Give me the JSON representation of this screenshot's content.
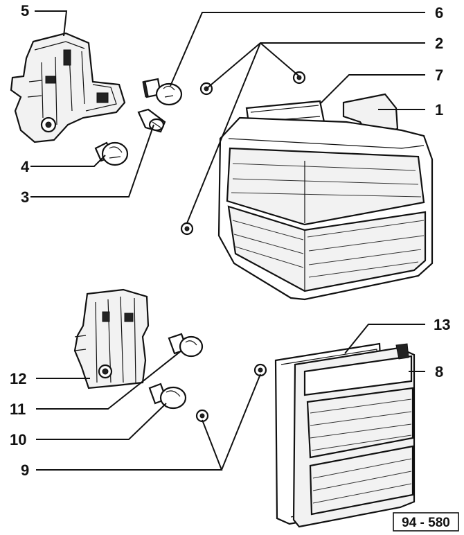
{
  "callouts": {
    "c1": "1",
    "c2": "2",
    "c3": "3",
    "c4": "4",
    "c5": "5",
    "c6": "6",
    "c7": "7",
    "c8": "8",
    "c9": "9",
    "c10": "10",
    "c11": "11",
    "c12": "12",
    "c13": "13"
  },
  "reference_code": "94 - 580",
  "colors": {
    "ink": "#111111",
    "background": "#ffffff"
  }
}
